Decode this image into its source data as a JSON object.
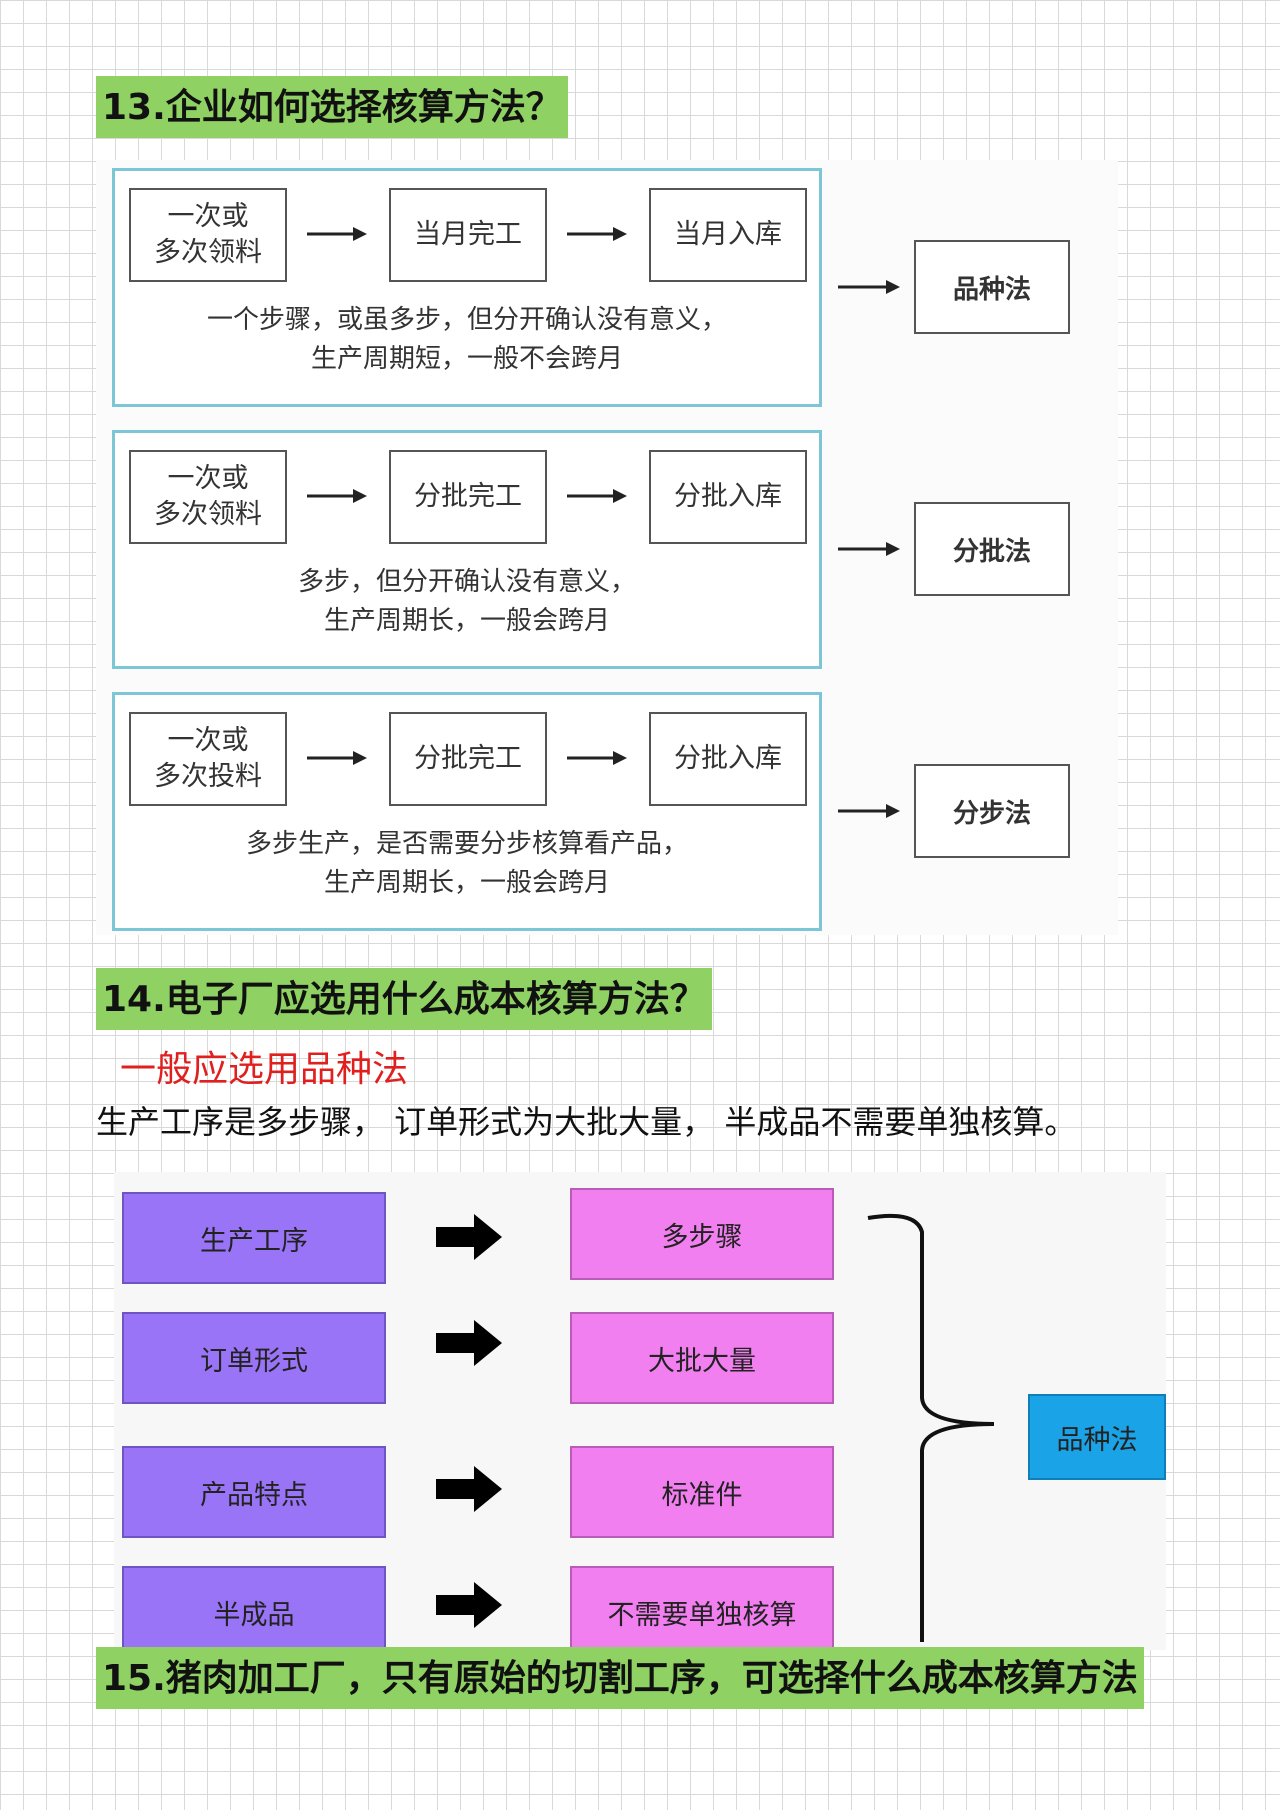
{
  "q13": {
    "heading": "13.企业如何选择核算方法？",
    "panels": [
      {
        "box1": [
          "一次或",
          "多次领料"
        ],
        "box2": "当月完工",
        "box3": "当月入库",
        "note": [
          "一个步骤，或虽多步，但分开确认没有意义，",
          "生产周期短，一般不会跨月"
        ],
        "method": "品种法"
      },
      {
        "box1": [
          "一次或",
          "多次领料"
        ],
        "box2": "分批完工",
        "box3": "分批入库",
        "note": [
          "多步，但分开确认没有意义，",
          "生产周期长，一般会跨月"
        ],
        "method": "分批法"
      },
      {
        "box1": [
          "一次或",
          "多次投料"
        ],
        "box2": "分批完工",
        "box3": "分批入库",
        "note": [
          "多步生产，是否需要分步核算看产品，",
          "生产周期长，一般会跨月"
        ],
        "method": "分步法"
      }
    ]
  },
  "q14": {
    "heading": "14.电子厂应选用什么成本核算方法？",
    "answer": "一般应选用品种法",
    "reason": "生产工序是多步骤， 订单形式为大批大量， 半成品不需要单独核算。",
    "rows": [
      {
        "factor": "生产工序",
        "value": "多步骤"
      },
      {
        "factor": "订单形式",
        "value": "大批大量"
      },
      {
        "factor": "产品特点",
        "value": "标准件"
      },
      {
        "factor": "半成品",
        "value": "不需要单独核算"
      }
    ],
    "result": "品种法"
  },
  "q15": {
    "heading": "15.猪肉加工厂，只有原始的切割工序，可选择什么成本核算方法"
  }
}
